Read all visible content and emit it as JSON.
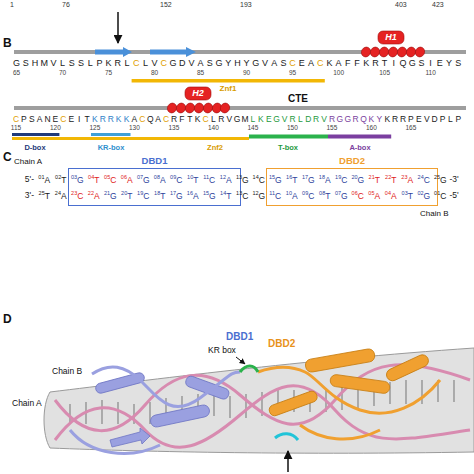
{
  "diagram": {
    "nodes": [
      {
        "text": [
          "DBD1"
        ]
      },
      {
        "text": [
          "DBD2"
        ]
      }
    ],
    "labels": [
      "1",
      "76",
      "152",
      "193",
      "403",
      "423",
      "B",
      "H1",
      "GSHMVLSSLPKRLCLVCGDVASGYHYGVASCEACKAFFKRTIQGSIEYS",
      "65",
      "70",
      "75",
      "80",
      "85",
      "90",
      "95",
      "100",
      "105",
      "110",
      "Znf1",
      "H2",
      "CTE",
      "CPSANECEITKRRKKACQACRFTKCLRVGMLKEGVRLDRVRGGRQKYKRRPEVDPLP",
      "115",
      "120",
      "125",
      "130",
      "135",
      "140",
      "145",
      "150",
      "155",
      "160",
      "165",
      "D-box",
      "KR-box",
      "Znf2",
      "T-box",
      "A-box",
      "C",
      "Chain A",
      "5'- 01A 02T 03G 04T 05C 06A 07G 08A 09C 10T 11C 12A 13G 14C 15G 16T 17G 18A 19C 20G 21T 22T 23A 24C 25G -3'",
      "3'- 25T 24A 23C 22A 21G 20T 19C 18T 17G 16A 15G 14T 13C 12G 11C 10A 09C 08T 07G 06C 05A 04A 03T 02G 01C -5'",
      "Chain B",
      "D",
      "DBD1",
      "KR box",
      "DBD2",
      "Chain B",
      "Chain A"
    ]
  }
}
